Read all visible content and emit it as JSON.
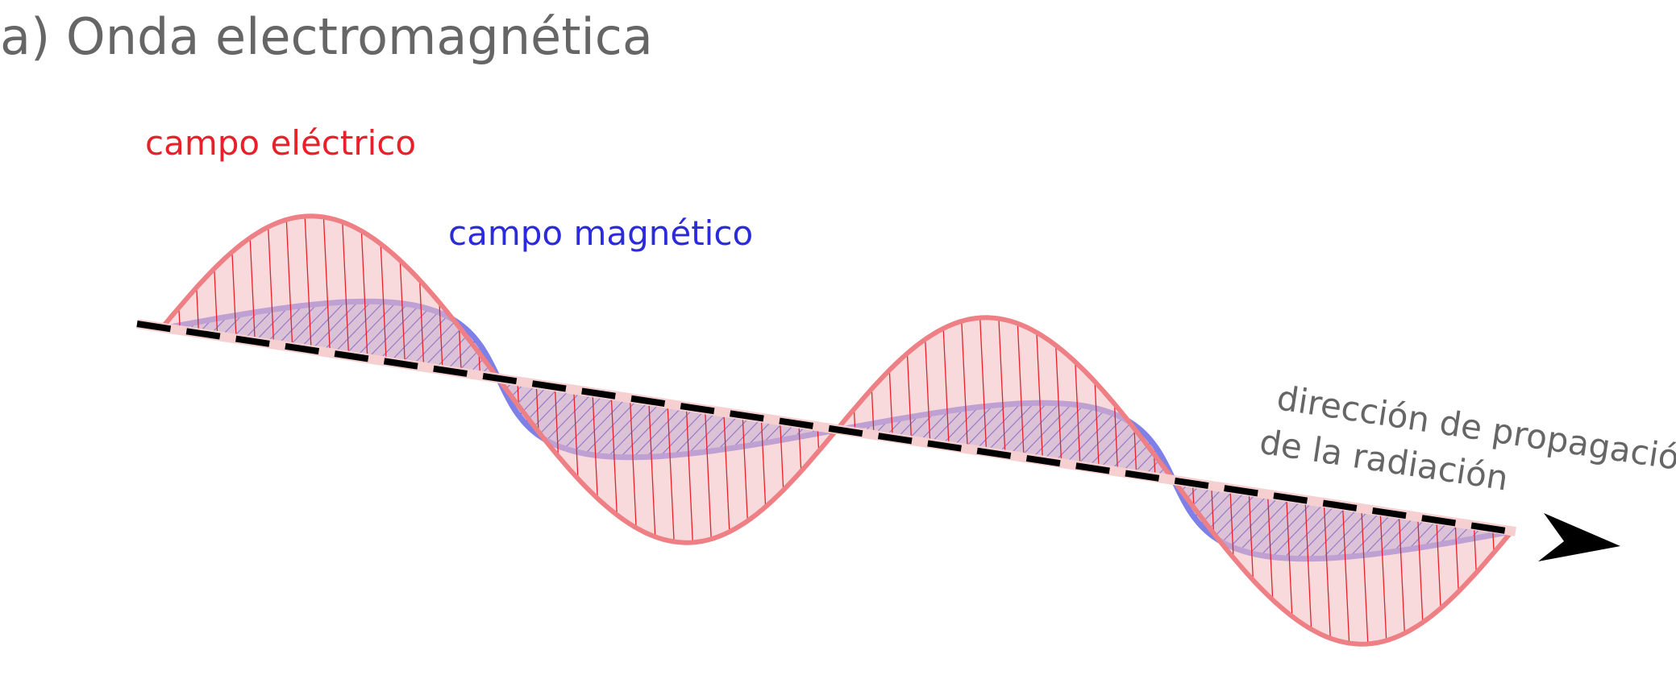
{
  "title": "a) Onda electromagnética",
  "labels": {
    "electric_field": "campo eléctrico",
    "magnetic_field": "campo magnético",
    "direction_line1": "dirección de propagación",
    "direction_line2": "de la radiación"
  },
  "colors": {
    "electric": "#e8202a",
    "electric_stroke": "#ee7f84",
    "electric_fill": "#f2bcbf",
    "magnetic": "#2b2bdc",
    "magnetic_stroke": "#7f7fe8",
    "magnetic_fill": "#a8b8ef",
    "axis": "#000000",
    "text_gray": "#666666"
  }
}
